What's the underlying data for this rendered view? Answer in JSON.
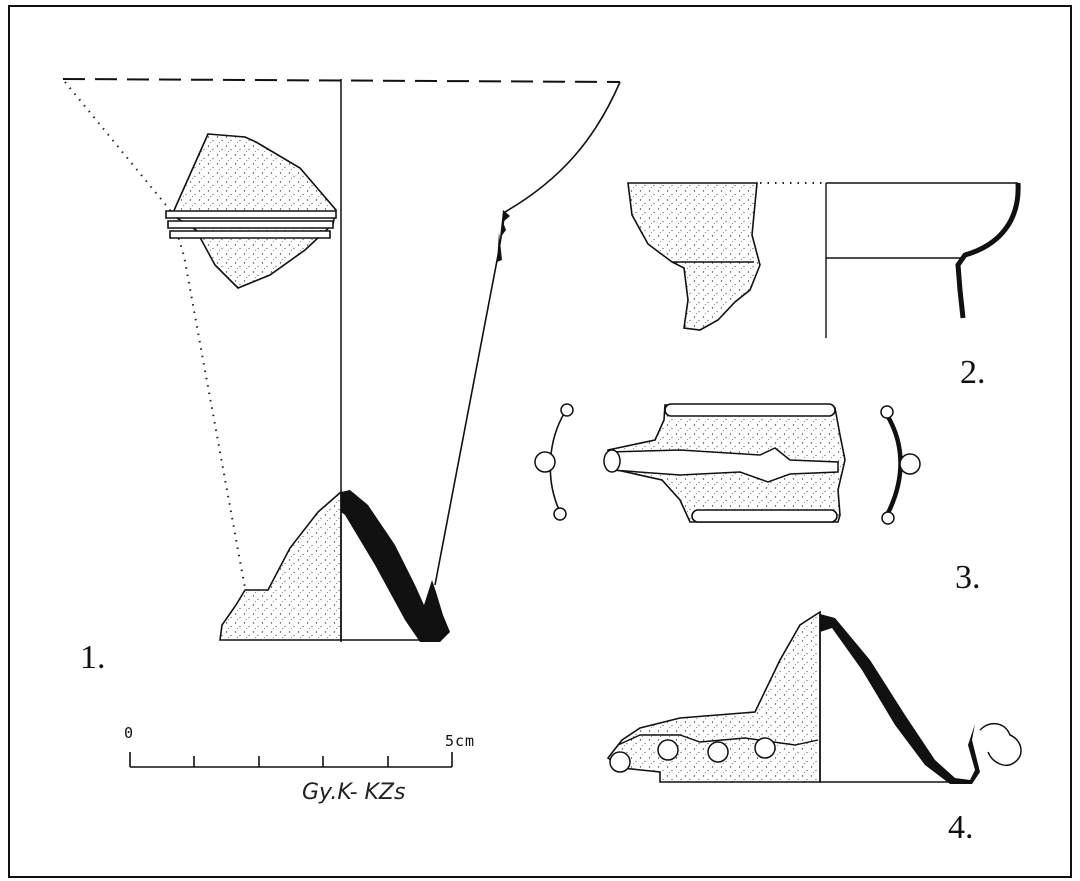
{
  "plate": {
    "figures": [
      {
        "id": "1",
        "label": "1."
      },
      {
        "id": "2",
        "label": "2."
      },
      {
        "id": "3",
        "label": "3."
      },
      {
        "id": "4",
        "label": "4."
      }
    ],
    "scale_bar": {
      "start_label": "0",
      "end_label": "5cm",
      "divisions": 5
    },
    "signature": "Gy.K- KZs"
  }
}
